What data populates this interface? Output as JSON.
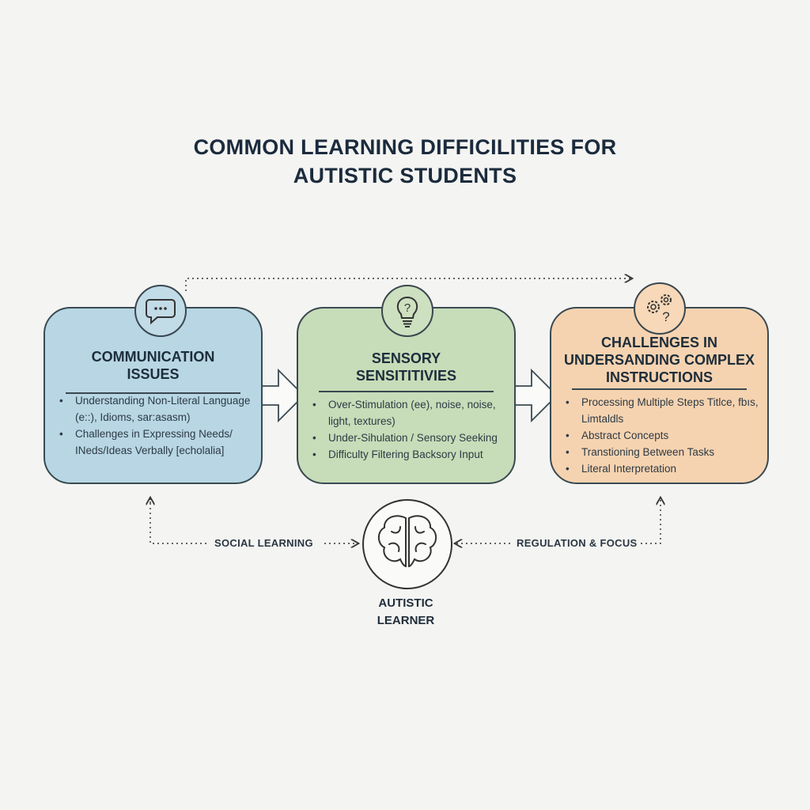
{
  "title": {
    "line1": "COMMON LEARNING DIFFICILITIES FOR",
    "line2": "AUTISTIC STUDENTS"
  },
  "cards": [
    {
      "title1": "COMMUNICATION",
      "title2": "ISSUES",
      "icon": "speech-bubble-icon",
      "items": [
        "Understanding Non-Literal Language (e::), Idioms, sar:asasm)",
        "Challenges in Expressing Needs/ INeds/Ideas Verbally [echolalia]"
      ]
    },
    {
      "title1": "SENSORY",
      "title2": "SENSITITIVIES",
      "icon": "lightbulb-question-icon",
      "items": [
        "Over-Stimulation (ee), noise, noise, light, textures)",
        "Under-Sihulation / Sensory Seeking",
        "Difficulty Filtering Backsory Input"
      ]
    },
    {
      "title1": "CHALLENGES IN",
      "title2": "UNDERSANDING COMPLEX",
      "title3": "INSTRUCTIONS",
      "icon": "gears-question-icon",
      "items": [
        "Processing Multiple Steps Titlce, fbıs, Limtaldls",
        "Abstract Concepts",
        "Transtioning Between Tasks",
        "Literal Interpretation"
      ]
    }
  ],
  "center": {
    "line1": "AUTISTIC",
    "line2": "LEARNER",
    "icon": "brain-icon"
  },
  "links": {
    "left": "SOCIAL LEARNING",
    "right": "REGULATION & FOCUS"
  },
  "colors": {
    "blue": "#b8d6e4",
    "green": "#c7dcb8",
    "orange": "#f6d3b0",
    "ink": "#1b2b3d"
  }
}
